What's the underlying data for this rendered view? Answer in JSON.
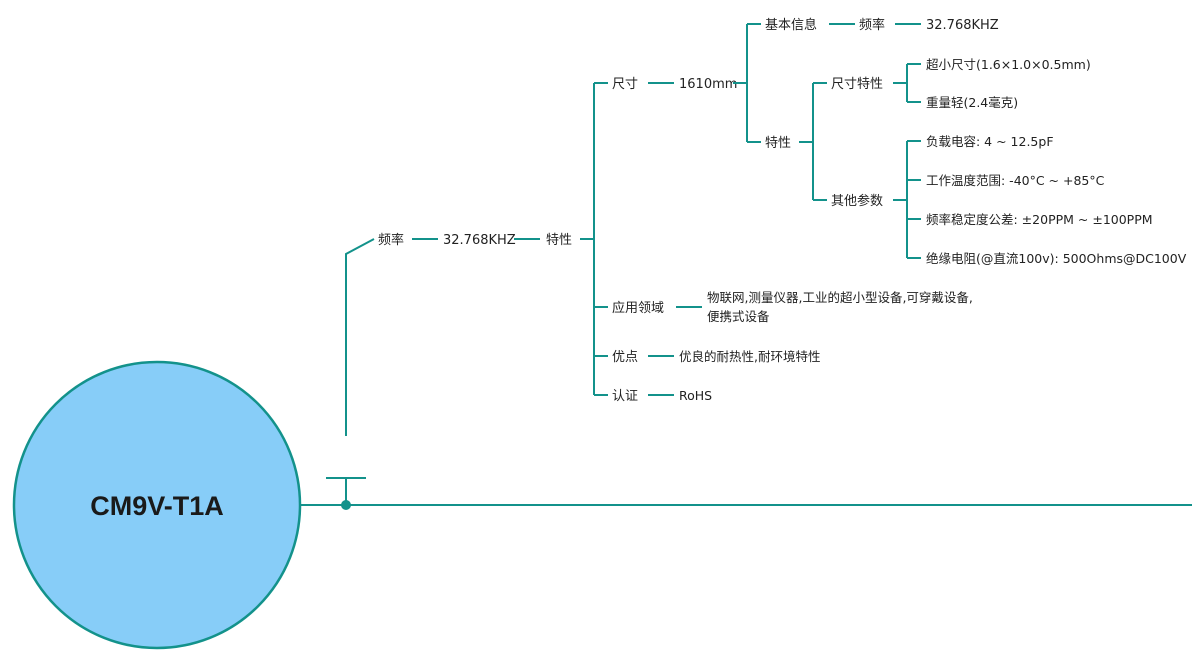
{
  "colors": {
    "line": "#13928b",
    "root_fill": "#87cdf8",
    "text": "#222222"
  },
  "root": {
    "title": "CM9V-T1A"
  },
  "mindmap": {
    "frequency_label": "频率",
    "frequency_value": "32.768KHZ",
    "features_label": "特性",
    "size": {
      "label": "尺寸",
      "value": "1610mm",
      "basic_info": {
        "label": "基本信息",
        "freq_label": "频率",
        "freq_value": "32.768KHZ"
      },
      "features": {
        "label": "特性",
        "size_features": {
          "label": "尺寸特性",
          "items": [
            "超小尺寸(1.6×1.0×0.5mm)",
            "重量轻(2.4毫克)"
          ]
        },
        "other_params": {
          "label": "其他参数",
          "items": [
            "负载电容: 4 ~ 12.5pF",
            "工作温度范围: -40°C ~ +85°C",
            "频率稳定度公差: ±20PPM ~ ±100PPM",
            "绝缘电阻(@直流100v): 500Ohms@DC100V"
          ]
        }
      }
    },
    "applications": {
      "label": "应用领域",
      "line1": "物联网,测量仪器,工业的超小型设备,可穿戴设备,",
      "line2": "便携式设备"
    },
    "advantages": {
      "label": "优点",
      "value": "优良的耐热性,耐环境特性"
    },
    "certification": {
      "label": "认证",
      "value": "RoHS"
    }
  }
}
